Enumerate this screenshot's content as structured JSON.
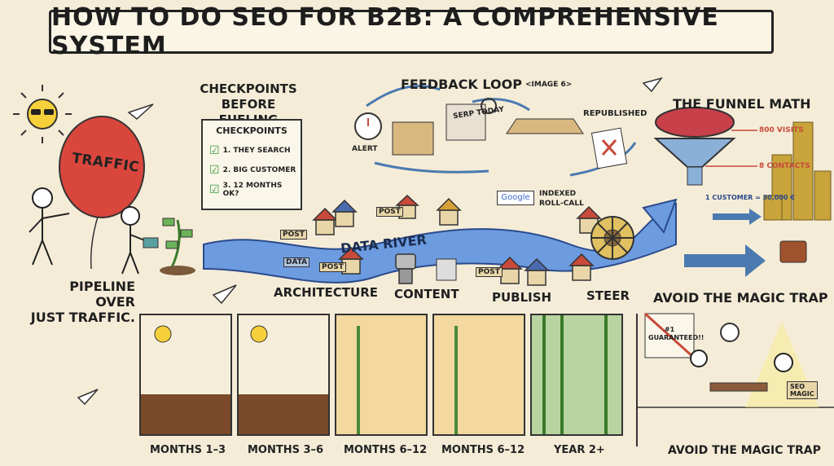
{
  "title": "HOW TO DO SEO FOR B2B: A COMPREHENSIVE SYSTEM",
  "balloon_text": "TRAFFIC",
  "pipeline_caption": "PIPELINE OVER\nJUST TRAFFIC.",
  "checkpoints": {
    "heading": "CHECKPOINTS\nBEFORE FUELING",
    "card_title": "CHECKPOINTS",
    "items": [
      "1. THEY SEARCH",
      "2. BIG CUSTOMER",
      "3. 12 MONTHS OK?"
    ]
  },
  "feedback_loop": {
    "title": "FEEDBACK LOOP",
    "note": "<IMAGE 6>",
    "alert": "ALERT",
    "serp": "SERP TODAY",
    "republished": "REPUBLISHED"
  },
  "indexed": "INDEXED\nROLL-CALL",
  "google": "Google",
  "data_river": "DATA RIVER",
  "post_sign": "POST",
  "data_sign": "DATA",
  "stages": [
    "ARCHITECTURE",
    "CONTENT",
    "PUBLISH",
    "STEER"
  ],
  "funnel": {
    "title": "THE FUNNEL MATH",
    "visits": "800 VISITS",
    "contacts": "8 CONTACTS",
    "customer": "1 CUSTOMER = 30,000 €"
  },
  "magic_trap_top": "AVOID THE MAGIC TRAP",
  "magic_trap_bottom": "AVOID THE MAGIC TRAP",
  "guaranteed_sign": "#1\nGUARANTEED!!",
  "seo_magic": "SEO\nMAGIC",
  "timeline": [
    "MONTHS 1–3",
    "MONTHS 3–6",
    "MONTHS 6–12",
    "MONTHS 6–12",
    "YEAR 2+"
  ],
  "colors": {
    "background": "#f5ecd8",
    "river": "#5b8fd6",
    "balloon": "#d9463c",
    "check": "#3a9a3a",
    "coin": "#c9a43a"
  }
}
